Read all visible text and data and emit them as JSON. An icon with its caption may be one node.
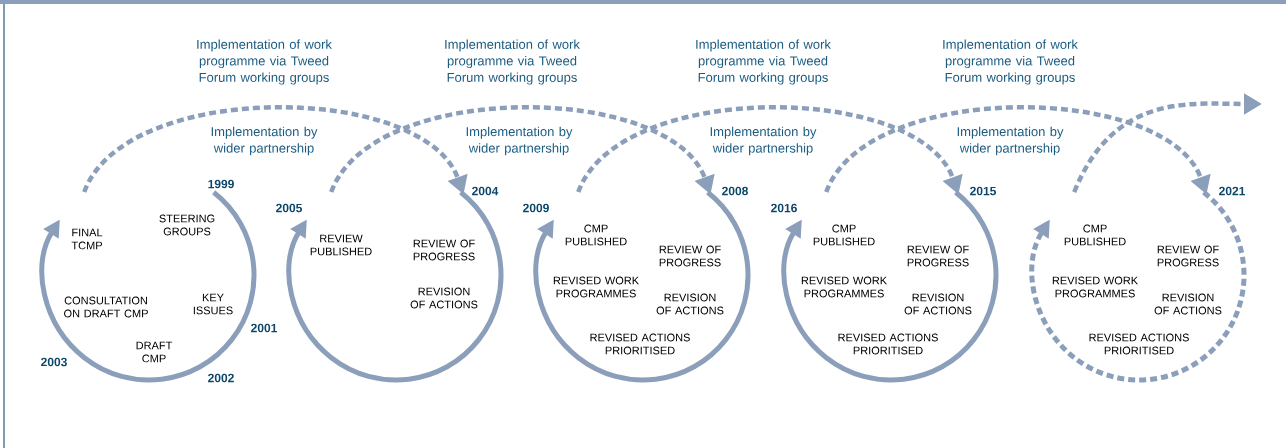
{
  "diagram": {
    "nodes": [
      {
        "text": [
          "1999",
          "STEERING GROUPS",
          "FINAL TCMP",
          "KEY ISSUES",
          "CONSULTATION ON DRAFT CMP",
          "2001",
          "DRAFT CMP",
          "2003",
          "2002"
        ]
      },
      {
        "text": [
          "2004",
          "2005",
          "REVIEW PUBLISHED",
          "REVIEW OF PROGRESS",
          "REVISION OF ACTIONS"
        ]
      },
      {
        "text": [
          "2008",
          "2009",
          "CMP PUBLISHED",
          "REVIEW OF PROGRESS",
          "REVISED WORK PROGRAMMES",
          "REVISION OF ACTIONS",
          "REVISED ACTIONS PRIORITISED"
        ]
      },
      {
        "text": [
          "2015",
          "2016",
          "CMP PUBLISHED",
          "REVIEW OF PROGRESS",
          "REVISED WORK PROGRAMMES",
          "REVISION OF ACTIONS",
          "REVISED ACTIONS PRIORITISED"
        ]
      },
      {
        "text": [
          "2021",
          "CMP PUBLISHED",
          "REVIEW OF PROGRESS",
          "REVISED WORK PROGRAMMES",
          "REVISION OF ACTIONS",
          "REVISED ACTIONS PRIORITISED"
        ]
      }
    ],
    "edges": [
      {
        "from": 0,
        "to": 1,
        "arrow": "to",
        "style": "dashed"
      },
      {
        "from": 1,
        "to": 2,
        "arrow": "to",
        "style": "dashed"
      },
      {
        "from": 2,
        "to": 3,
        "arrow": "to",
        "style": "dashed"
      },
      {
        "from": 3,
        "to": 4,
        "arrow": "to",
        "style": "dashed"
      },
      {
        "from": 4,
        "to": null,
        "arrow": "to",
        "style": "dashed"
      }
    ],
    "labels": [
      "Implementation of work programme via Tweed Forum working groups",
      "Implementation by wider partnership",
      "Implementation of work programme via Tweed Forum working groups",
      "Implementation by wider partnership",
      "Implementation of work programme via Tweed Forum working groups",
      "Implementation by wider partnership",
      "Implementation of work programme via Tweed Forum working groups",
      "Implementation by wider partnership"
    ]
  }
}
